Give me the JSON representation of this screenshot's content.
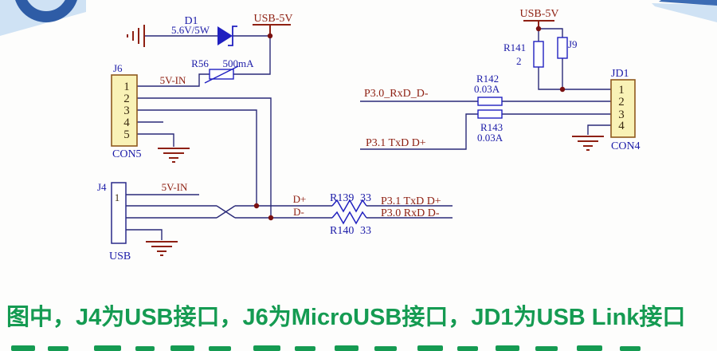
{
  "schematic": {
    "power_left": {
      "label": "USB-5V"
    },
    "power_right": {
      "label": "USB-5V"
    },
    "d1": {
      "ref": "D1",
      "value": "5.6V/5W"
    },
    "r56": {
      "ref": "R56",
      "value": "500mA"
    },
    "j6": {
      "ref": "J6",
      "footprint": "CON5",
      "pins": [
        "1",
        "2",
        "3",
        "4",
        "5"
      ],
      "net_in": "5V-IN"
    },
    "j4": {
      "ref": "J4",
      "label": "USB",
      "pin1": "1",
      "net_in": "5V-IN"
    },
    "mid": {
      "dplus": "D+",
      "dminus": "D-",
      "r139": {
        "ref": "R139",
        "value": "33"
      },
      "r140": {
        "ref": "R140",
        "value": "33"
      },
      "net_top": "P3.1 TxD D+",
      "net_bottom": "P3.0 RxD D-"
    },
    "right": {
      "net_rxd": "P3.0_RxD_D-",
      "net_txd": "P3.1 TxD D+",
      "r142": {
        "ref": "R142",
        "value": "0.03A"
      },
      "r143": {
        "ref": "R143",
        "value": "0.03A"
      },
      "r141": {
        "ref": "R141",
        "value": "2"
      },
      "j9": {
        "ref": "J9"
      },
      "jd1": {
        "ref": "JD1",
        "footprint": "CON4",
        "pins": [
          "1",
          "2",
          "3",
          "4"
        ]
      }
    },
    "colors": {
      "wire": "#2a2a78",
      "symbol": "#2020c0",
      "net_label": "#8e2012",
      "junction": "#7a1010",
      "connector_fill": "#f9f2b6",
      "connector_border": "#8f5a1e",
      "banner_light_blue": "#cfe2f4",
      "banner_dark_blue": "#2e5ca6",
      "caption_green": "#159b52"
    }
  },
  "caption": {
    "text": "图中，J4为USB接口，J6为MicroUSB接口，JD1为USB Link接口",
    "partial_next_line": true
  }
}
